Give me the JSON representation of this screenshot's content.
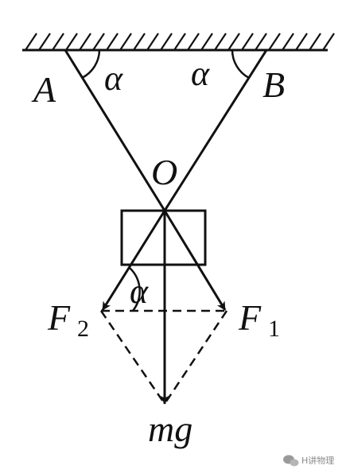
{
  "labels": {
    "A": "A",
    "B": "B",
    "O": "O",
    "alpha_left": "α",
    "alpha_right": "α",
    "alpha_bottom": "α",
    "F2": "F",
    "F2_sub": "2",
    "F1": "F",
    "F1_sub": "1",
    "mg": "mg"
  },
  "watermark": {
    "text": "H讲物理",
    "icon": "wechat-icon"
  },
  "colors": {
    "ink": "#111111",
    "watermark": "#8a8a8a"
  }
}
